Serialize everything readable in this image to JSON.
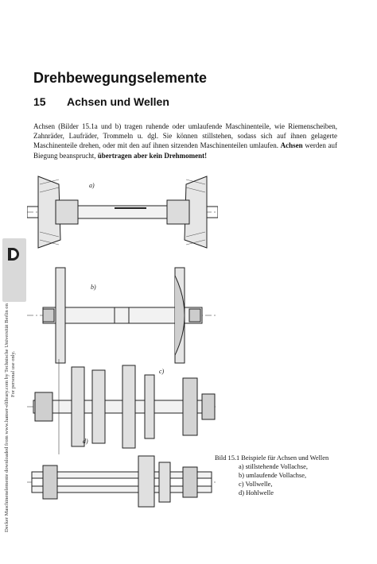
{
  "side_note": {
    "line1": "Decker Maschinenelemente downloaded from www.hanser-elibrary.com by Technische Universität Berlin on May 13, 2020",
    "line2": "For personal use only."
  },
  "chapter_title": "Drehbewegungselemente",
  "section": {
    "number": "15",
    "title": "Achsen und Wellen"
  },
  "paragraph": {
    "part1": "Achsen (Bilder 15.1a und b) tragen ruhende oder umlaufende Maschinenteile, wie Riemenscheiben, Zahnräder, Laufräder, Trommeln u. dgl. Sie können stillstehen, sodass sich auf ihnen gelagerte Maschinenteile drehen, oder mit den auf ihnen sitzenden Maschinenteilen umlaufen.",
    "bold1": "Achsen",
    "part2": "werden auf Biegung beansprucht,",
    "bold2": "übertragen aber kein Drehmoment!"
  },
  "figure": {
    "labels": [
      "a)",
      "b)",
      "c)",
      "d)"
    ]
  },
  "caption": {
    "title": "Bild 15.1  Beispiele für Achsen und Wellen",
    "items": [
      "a)  stillstehende Vollachse,",
      "b)  umlaufende Vollachse,",
      "c)  Vollwelle,",
      "d)  Hohlwelle"
    ]
  }
}
